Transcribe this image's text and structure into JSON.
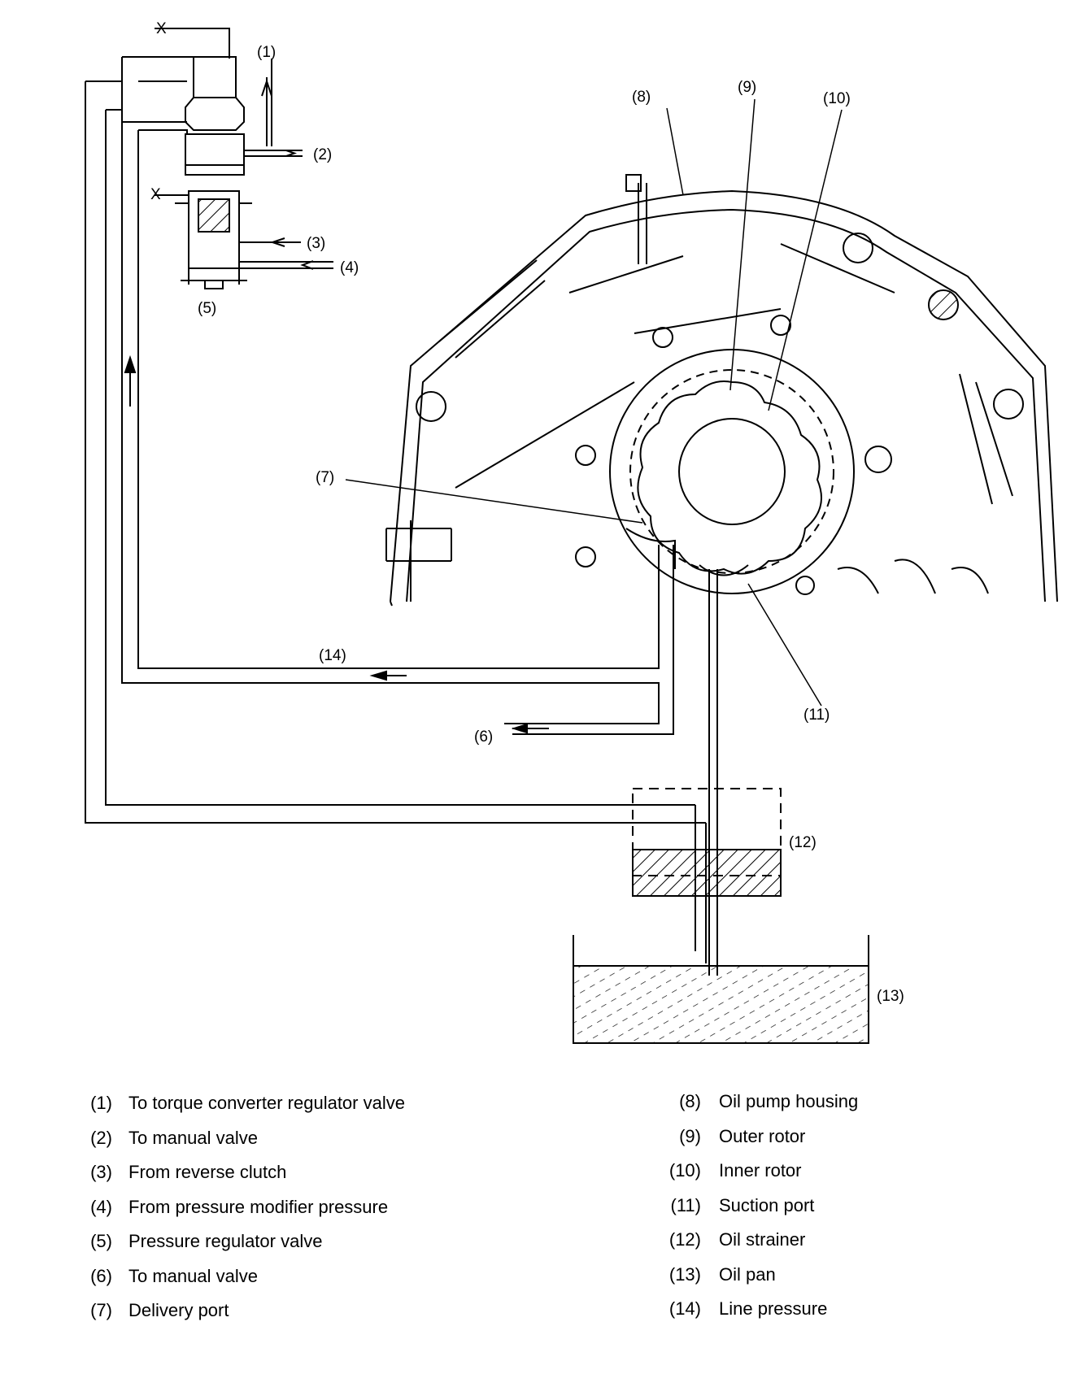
{
  "callouts": {
    "c1": "(1)",
    "c2": "(2)",
    "c3": "(3)",
    "c4": "(4)",
    "c5": "(5)",
    "c6": "(6)",
    "c7": "(7)",
    "c8": "(8)",
    "c9": "(9)",
    "c10": "(10)",
    "c11": "(11)",
    "c12": "(12)",
    "c13": "(13)",
    "c14": "(14)",
    "x_top": "X",
    "x_mid": "X"
  },
  "legend": {
    "left": [
      {
        "num": "(1)",
        "text": "To torque converter regulator valve"
      },
      {
        "num": "(2)",
        "text": "To manual valve"
      },
      {
        "num": "(3)",
        "text": "From reverse clutch"
      },
      {
        "num": "(4)",
        "text": "From pressure modifier pressure"
      },
      {
        "num": "(5)",
        "text": "Pressure regulator valve"
      },
      {
        "num": "(6)",
        "text": "To manual valve"
      },
      {
        "num": "(7)",
        "text": "Delivery port"
      }
    ],
    "right": [
      {
        "num": "(8)",
        "text": "Oil pump housing"
      },
      {
        "num": "(9)",
        "text": "Outer rotor"
      },
      {
        "num": "(10)",
        "text": "Inner rotor"
      },
      {
        "num": "(11)",
        "text": "Suction port"
      },
      {
        "num": "(12)",
        "text": "Oil strainer"
      },
      {
        "num": "(13)",
        "text": "Oil pan"
      },
      {
        "num": "(14)",
        "text": "Line pressure"
      }
    ]
  }
}
